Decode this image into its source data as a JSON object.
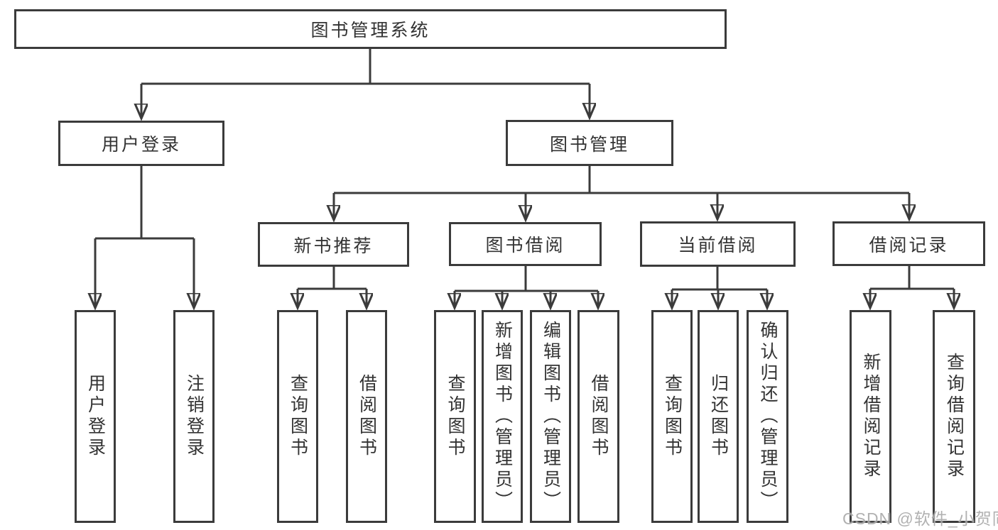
{
  "colors": {
    "line": "#3b3b3b",
    "text": "#333333",
    "box_bg": "#ffffff",
    "watermark": "#a9a9a9"
  },
  "tree": {
    "root": {
      "label": "图书管理系统",
      "children": [
        {
          "label": "用户登录",
          "children": [
            {
              "label": "用户登录"
            },
            {
              "label": "注销登录"
            }
          ]
        },
        {
          "label": "图书管理",
          "children": [
            {
              "label": "新书推荐",
              "children": [
                {
                  "label": "查询图书"
                },
                {
                  "label": "借阅图书"
                }
              ]
            },
            {
              "label": "图书借阅",
              "children": [
                {
                  "label": "查询图书"
                },
                {
                  "label": "新增图书（管理员）"
                },
                {
                  "label": "编辑图书（管理员）"
                },
                {
                  "label": "借阅图书"
                }
              ]
            },
            {
              "label": "当前借阅",
              "children": [
                {
                  "label": "查询图书"
                },
                {
                  "label": "归还图书"
                },
                {
                  "label": "确认归还（管理员）"
                }
              ]
            },
            {
              "label": "借阅记录",
              "children": [
                {
                  "label": "新增借阅记录"
                },
                {
                  "label": "查询借阅记录"
                }
              ]
            }
          ]
        }
      ]
    }
  },
  "watermark": {
    "text": "CSDN @软件_小贺同学"
  }
}
